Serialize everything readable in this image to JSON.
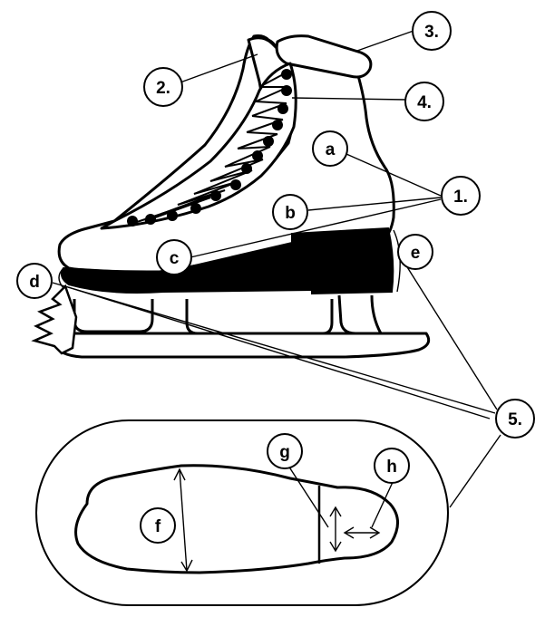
{
  "labels": {
    "n1": "1.",
    "n2": "2.",
    "n3": "3.",
    "n4": "4.",
    "n5": "5.",
    "a": "a",
    "b": "b",
    "c": "c",
    "d": "d",
    "e": "e",
    "f": "f",
    "g": "g",
    "h": "h"
  }
}
